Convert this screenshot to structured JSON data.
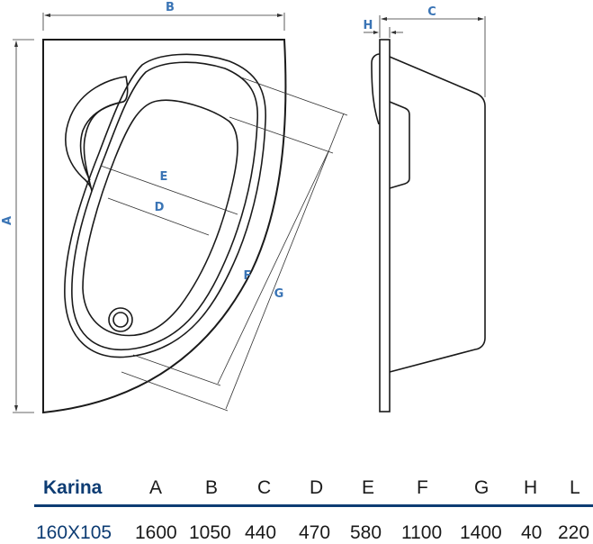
{
  "drawing": {
    "dimension_labels": {
      "A": "A",
      "B": "B",
      "C": "C",
      "D": "D",
      "E": "E",
      "F": "F",
      "G": "G",
      "H": "H"
    },
    "label_color": "#3a74b5",
    "icons": [
      "drain-icon"
    ]
  },
  "table": {
    "model_name": "Karina",
    "headers": [
      "A",
      "B",
      "C",
      "D",
      "E",
      "F",
      "G",
      "H",
      "L"
    ],
    "rows": [
      {
        "size": "160X105",
        "values": [
          "1600",
          "1050",
          "440",
          "470",
          "580",
          "1100",
          "1400",
          "40",
          "220"
        ]
      }
    ],
    "accent_color": "#0d3c73"
  }
}
